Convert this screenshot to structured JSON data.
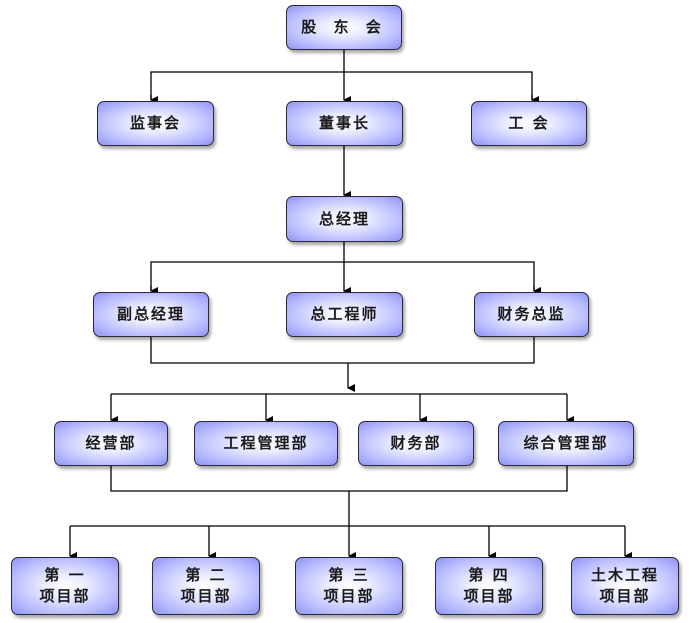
{
  "org_chart": {
    "level1": {
      "shareholders": "股 东 会"
    },
    "level2": {
      "supervisors": "监事会",
      "chairman": "董事长",
      "union": "工  会"
    },
    "level3": {
      "general_manager": "总经理"
    },
    "level4": {
      "deputy_gm": "副总经理",
      "chief_engineer": "总工程师",
      "finance_director": "财务总监"
    },
    "level5": {
      "operations": "经营部",
      "engineering_mgmt": "工程管理部",
      "finance": "财务部",
      "general_mgmt": "综合管理部"
    },
    "level6": {
      "project1": "第 一\n项目部",
      "project2": "第 二\n项目部",
      "project3": "第 三\n项目部",
      "project4": "第 四\n项目部",
      "civil": "土木工程\n项目部"
    }
  },
  "colors": {
    "box_center": "#ffffff",
    "box_edge": "#8f94f2",
    "line": "#000000"
  }
}
